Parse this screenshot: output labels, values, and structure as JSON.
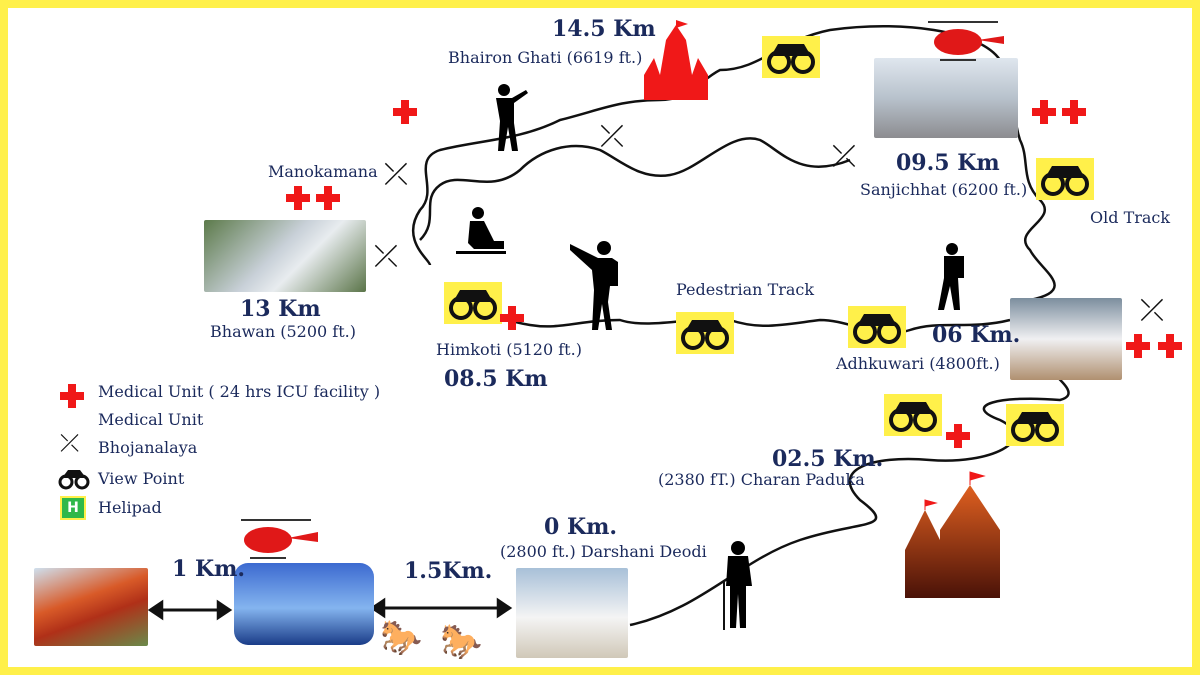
{
  "stops": {
    "bhairon": {
      "km": "14.5 Km",
      "name": "Bhairon Ghati (6619 ft.)"
    },
    "sanjichhat": {
      "km": "09.5 Km",
      "name": "Sanjichhat (6200 ft.)"
    },
    "bhawan": {
      "km": "13 Km",
      "name": "Bhawan (5200 ft.)"
    },
    "himkoti": {
      "km": "08.5 Km",
      "name": "Himkoti (5120 ft.)"
    },
    "adhkuwari": {
      "km": "06 Km.",
      "name": "Adhkuwari (4800ft.)"
    },
    "charan": {
      "km": "02.5 Km.",
      "name": "(2380 fT.) Charan Paduka"
    },
    "darshani": {
      "km": "0 Km.",
      "name": "(2800 ft.) Darshani Deodi"
    }
  },
  "labels": {
    "manokamana": "Manokamana",
    "old_track": "Old Track",
    "pedestrian_track": "Pedestrian Track",
    "dist_1": "1 Km.",
    "dist_2": "1.5Km."
  },
  "legend": [
    {
      "icon": "red-cross-icon",
      "label": "Medical Unit ( 24 hrs ICU facility )"
    },
    {
      "icon": "none",
      "label": "Medical Unit"
    },
    {
      "icon": "spoon-fork-icon",
      "label": "Bhojanalaya"
    },
    {
      "icon": "binoculars-icon",
      "label": "View Point"
    },
    {
      "icon": "helipad-icon",
      "label": "Helipad"
    }
  ],
  "colors": {
    "border": "#fff04a",
    "text": "#1b2a5c",
    "medical": "#f01818",
    "viewpoint_bg": "#fff04a",
    "helipad": "#2fb84a"
  }
}
